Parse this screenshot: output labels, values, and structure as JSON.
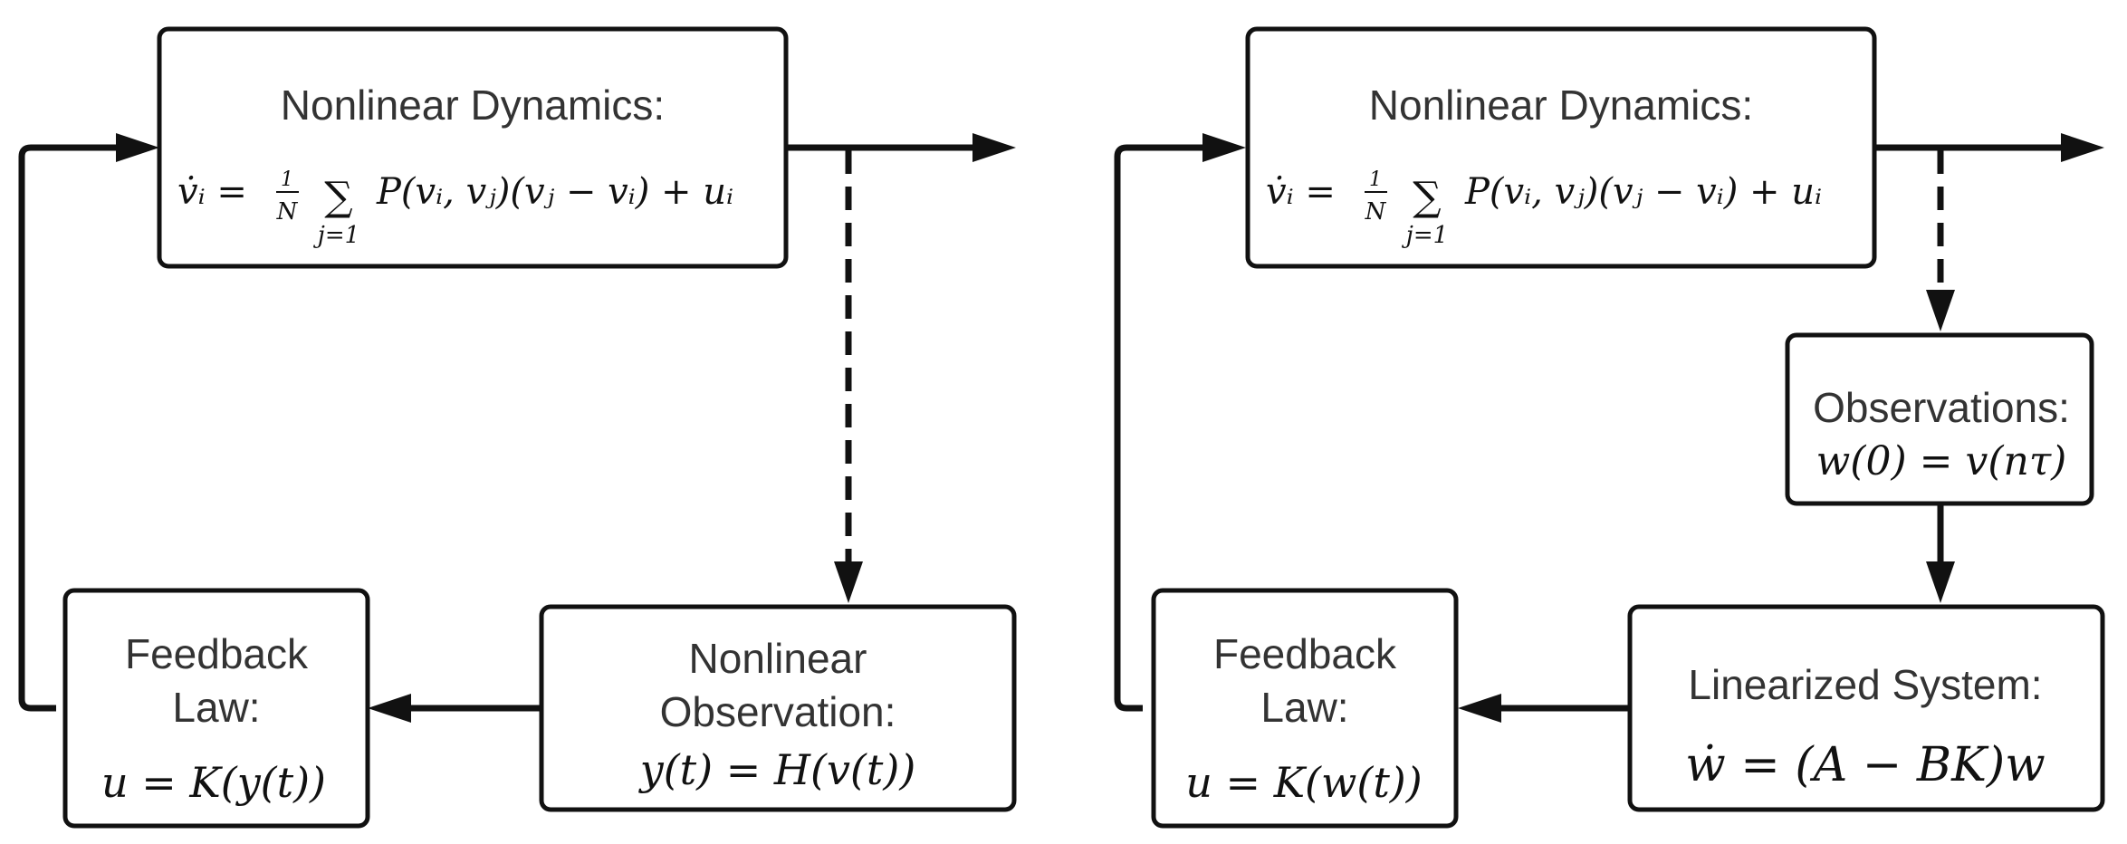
{
  "left": {
    "dynamics": {
      "title": "Nonlinear Dynamics:",
      "eq_lhs": "v̇ᵢ =",
      "eq_frac_num": "1",
      "eq_frac_den": "N",
      "eq_sum": "∑",
      "eq_sum_index": "j=1",
      "eq_rhs": "P(vᵢ, vⱼ)(vⱼ − vᵢ) + uᵢ"
    },
    "observation": {
      "title_line1": "Nonlinear",
      "title_line2": "Observation:",
      "eq": "y(t) = H(v(t))"
    },
    "feedback": {
      "title_line1": "Feedback",
      "title_line2": "Law:",
      "eq": "u = K(y(t))"
    }
  },
  "right": {
    "dynamics": {
      "title": "Nonlinear Dynamics:",
      "eq_lhs": "v̇ᵢ =",
      "eq_frac_num": "1",
      "eq_frac_den": "N",
      "eq_sum": "∑",
      "eq_sum_index": "j=1",
      "eq_rhs": "P(vᵢ, vⱼ)(vⱼ − vᵢ) + uᵢ"
    },
    "observations": {
      "title": "Observations:",
      "eq": "w(0) = v(nτ)"
    },
    "linearized": {
      "title": "Linearized System:",
      "eq": "ẇ = (A − BK)w"
    },
    "feedback": {
      "title_line1": "Feedback",
      "title_line2": "Law:",
      "eq": "u = K(w(t))"
    }
  }
}
